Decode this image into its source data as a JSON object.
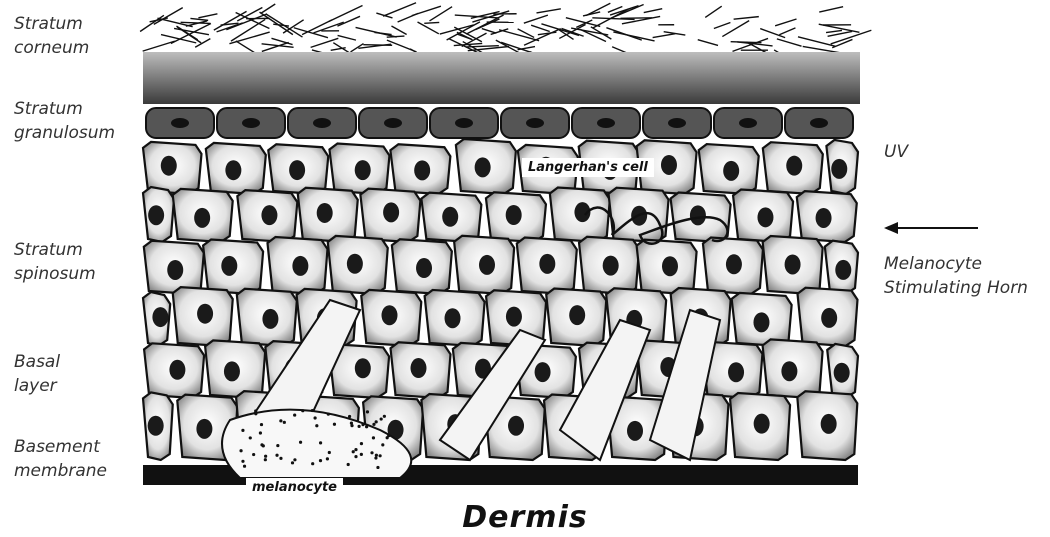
{
  "left_labels": {
    "stratum_corneum": "Stratum\ncorneum",
    "stratum_granulosum": "Stratum\ngranulosum",
    "stratum_spinosum": "Stratum\nspinosum",
    "basal_layer": "Basal\nlayer",
    "basement_membrane": "Basement\nmembrane"
  },
  "right_labels": {
    "uv": "UV",
    "melanocyte_stimulating": "Melanocyte\nStimulating Horn"
  },
  "callouts": {
    "langerhans": "Langerhan's cell",
    "melanocyte": "melanocyte"
  },
  "title": "Dermis",
  "colors": {
    "ink": "#111111",
    "corneum_dark": "#3a3a3a",
    "cell_fill": "#d8d8d8",
    "nucleus": "#1a1a1a"
  }
}
